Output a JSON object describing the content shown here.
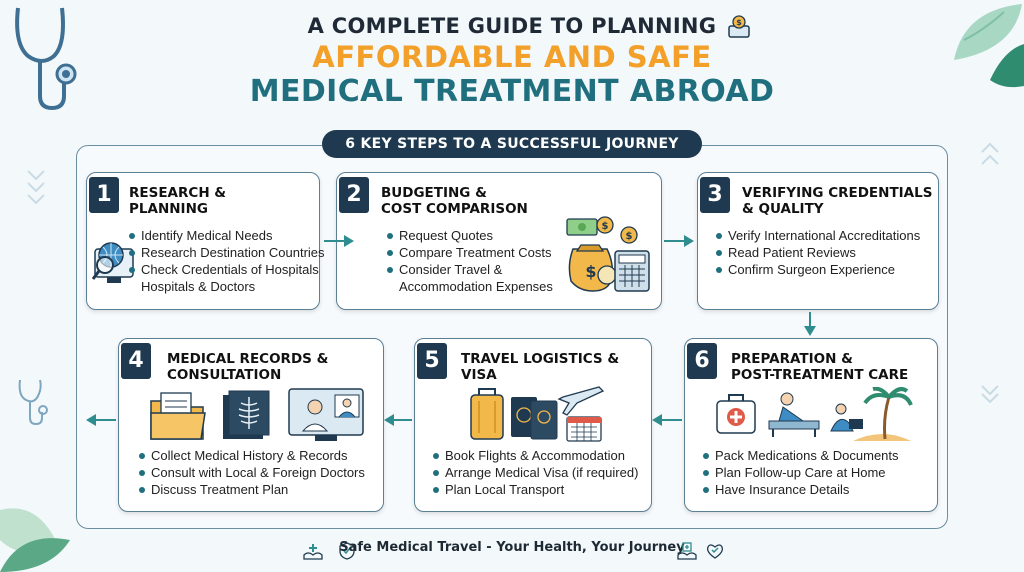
{
  "title": {
    "line1": "A COMPLETE GUIDE TO PLANNING",
    "line2": "AFFORDABLE AND SAFE",
    "line3": "MEDICAL TREATMENT ABROAD"
  },
  "subtitle_pill": "6 KEY STEPS TO A SUCCESSFUL JOURNEY",
  "steps": [
    {
      "number": "1",
      "title_l1": "RESEARCH &",
      "title_l2": "PLANNING",
      "bullets": [
        "Identify Medical Needs",
        "Research Destination Countries",
        "Check Credentials of Hospitals",
        "Hospitals & Doctors"
      ],
      "icon": "globe-search-monitor-icon"
    },
    {
      "number": "2",
      "title_l1": "BUDGETING &",
      "title_l2": "COST COMPARISON",
      "bullets": [
        "Request Quotes",
        "Compare Treatment Costs",
        "Consider Travel &",
        "Accommodation Expenses"
      ],
      "icon": "money-bag-calculator-icon"
    },
    {
      "number": "3",
      "title_l1": "VERIFYING CREDENTIALS",
      "title_l2": "& QUALITY",
      "bullets": [
        "Verify International Accreditations",
        "Read Patient Reviews",
        "Confirm Surgeon Experience"
      ],
      "icon": ""
    },
    {
      "number": "4",
      "title_l1": "MEDICAL RECORDS &",
      "title_l2": "CONSULTATION",
      "bullets": [
        "Collect Medical History & Records",
        "Consult with Local & Foreign Doctors",
        "Discuss Treatment Plan"
      ],
      "icon": "folder-xray-video-call-icon"
    },
    {
      "number": "5",
      "title_l1": "TRAVEL LOGISTICS &",
      "title_l2": "VISA",
      "bullets": [
        "Book Flights & Accommodation",
        "Arrange Medical Visa (if required)",
        "Plan Local Transport"
      ],
      "icon": "luggage-passport-plane-icon"
    },
    {
      "number": "6",
      "title_l1": "PREPARATION &",
      "title_l2": "POST-TREATMENT CARE",
      "bullets": [
        "Pack Medications & Documents",
        "Plan Follow-up Care at Home",
        "Have Insurance Details"
      ],
      "icon": "medkit-recovery-beach-icon"
    }
  ],
  "footer": "Safe Medical Travel - Your Health, Your Journey",
  "colors": {
    "navy": "#1f3a50",
    "teal": "#1f6f7f",
    "orange": "#f2a02a",
    "arrow": "#2f8c8f"
  }
}
